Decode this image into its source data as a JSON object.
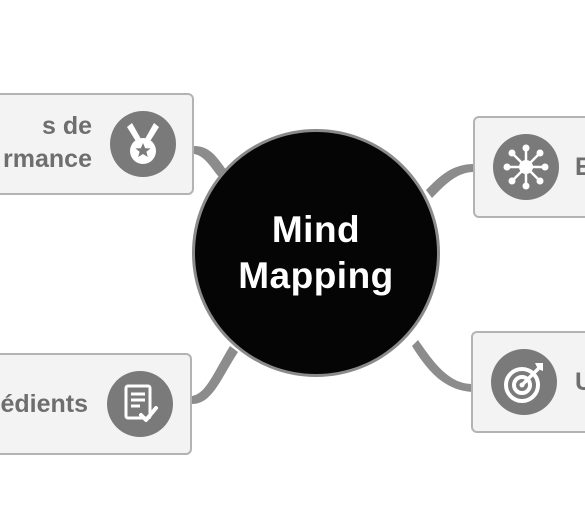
{
  "center": {
    "line1": "Mind",
    "line2": "Mapping"
  },
  "branches": {
    "top_left": {
      "line1": "s de",
      "line2": "rmance",
      "icon": "medal-icon"
    },
    "bottom_left": {
      "label": "édients",
      "icon": "checklist-document-icon"
    },
    "top_right": {
      "label": "E",
      "icon": "network-hub-icon"
    },
    "bottom_right": {
      "label": "U",
      "icon": "target-arrow-icon"
    }
  },
  "colors": {
    "center_fill": "#050505",
    "center_border": "#8a8a8a",
    "branch_fill": "#f3f3f3",
    "branch_border": "#b3b3b3",
    "connector": "#8c8c8c",
    "icon_fill": "#7a7a7a",
    "text": "#6e6e6e"
  }
}
